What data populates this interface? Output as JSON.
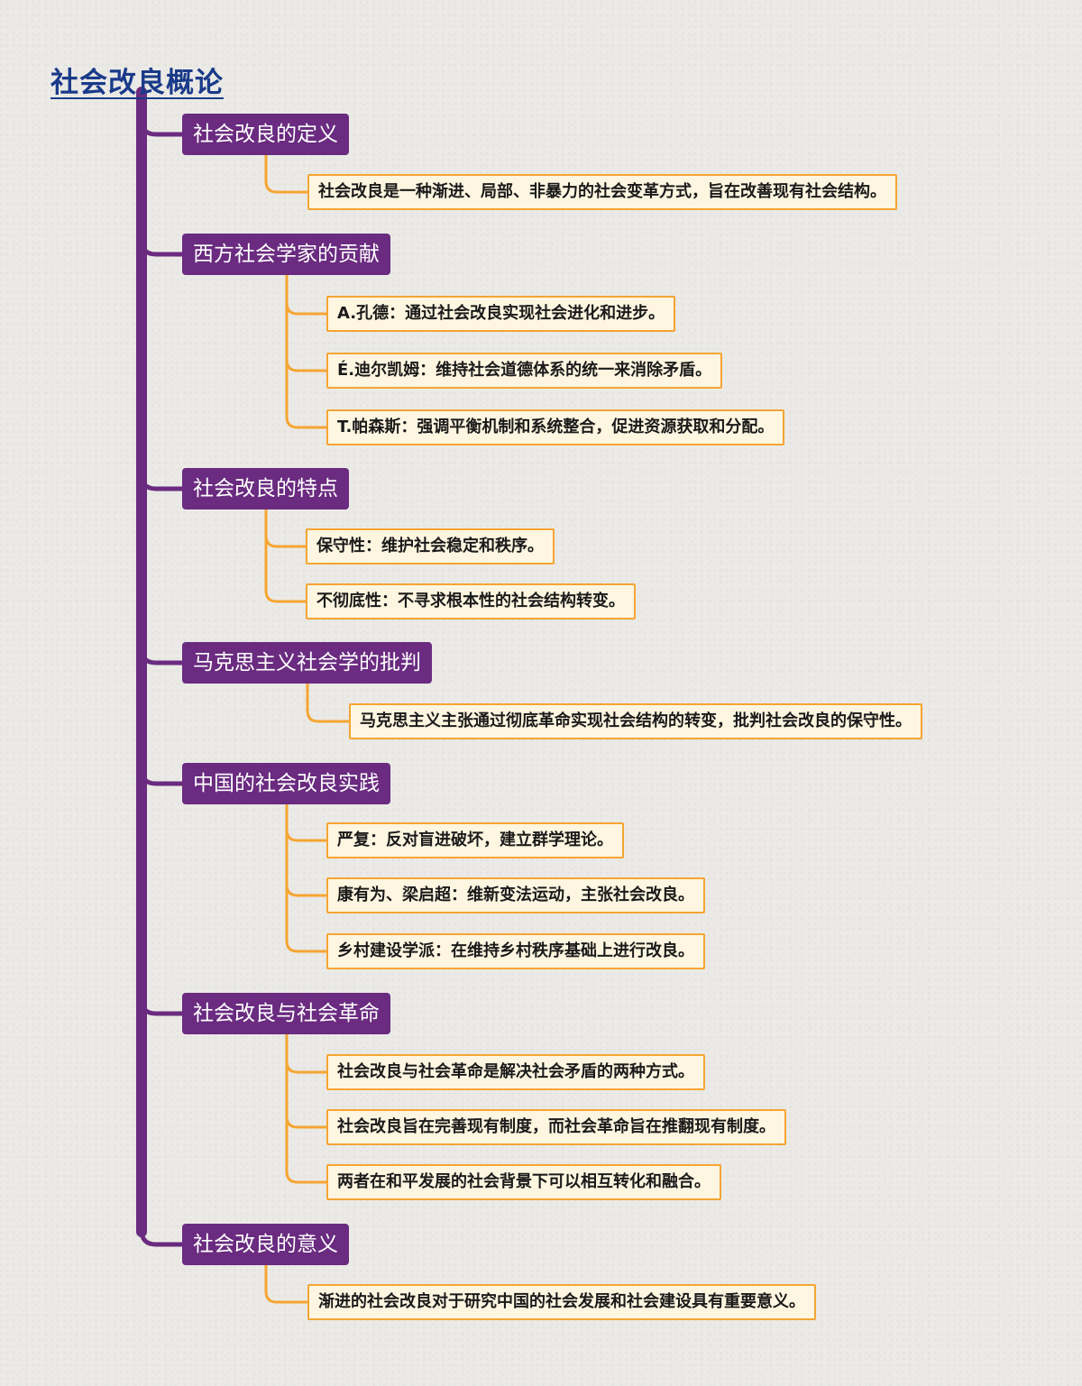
{
  "title": "社会改良概论",
  "colors": {
    "root_line": "#6a2b80",
    "branch_fill": "#6a2b80",
    "leaf_border": "#f5a533",
    "leaf_fill": "#fff6e1",
    "title_color": "#1a3a8a"
  },
  "branches": [
    {
      "label": "社会改良的定义",
      "children": [
        "社会改良是一种渐进、局部、非暴力的社会变革方式，旨在改善现有社会结构。"
      ]
    },
    {
      "label": "西方社会学家的贡献",
      "children": [
        "A.孔德：通过社会改良实现社会进化和进步。",
        "É.迪尔凯姆：维持社会道德体系的统一来消除矛盾。",
        "T.帕森斯：强调平衡机制和系统整合，促进资源获取和分配。"
      ]
    },
    {
      "label": "社会改良的特点",
      "children": [
        "保守性：维护社会稳定和秩序。",
        "不彻底性：不寻求根本性的社会结构转变。"
      ]
    },
    {
      "label": "马克思主义社会学的批判",
      "children": [
        "马克思主义主张通过彻底革命实现社会结构的转变，批判社会改良的保守性。"
      ]
    },
    {
      "label": "中国的社会改良实践",
      "children": [
        "严复：反对盲进破坏，建立群学理论。",
        "康有为、梁启超：维新变法运动，主张社会改良。",
        "乡村建设学派：在维持乡村秩序基础上进行改良。"
      ]
    },
    {
      "label": "社会改良与社会革命",
      "children": [
        "社会改良与社会革命是解决社会矛盾的两种方式。",
        "社会改良旨在完善现有制度，而社会革命旨在推翻现有制度。",
        "两者在和平发展的社会背景下可以相互转化和融合。"
      ]
    },
    {
      "label": "社会改良的意义",
      "children": [
        "渐进的社会改良对于研究中国的社会发展和社会建设具有重要意义。"
      ]
    }
  ]
}
